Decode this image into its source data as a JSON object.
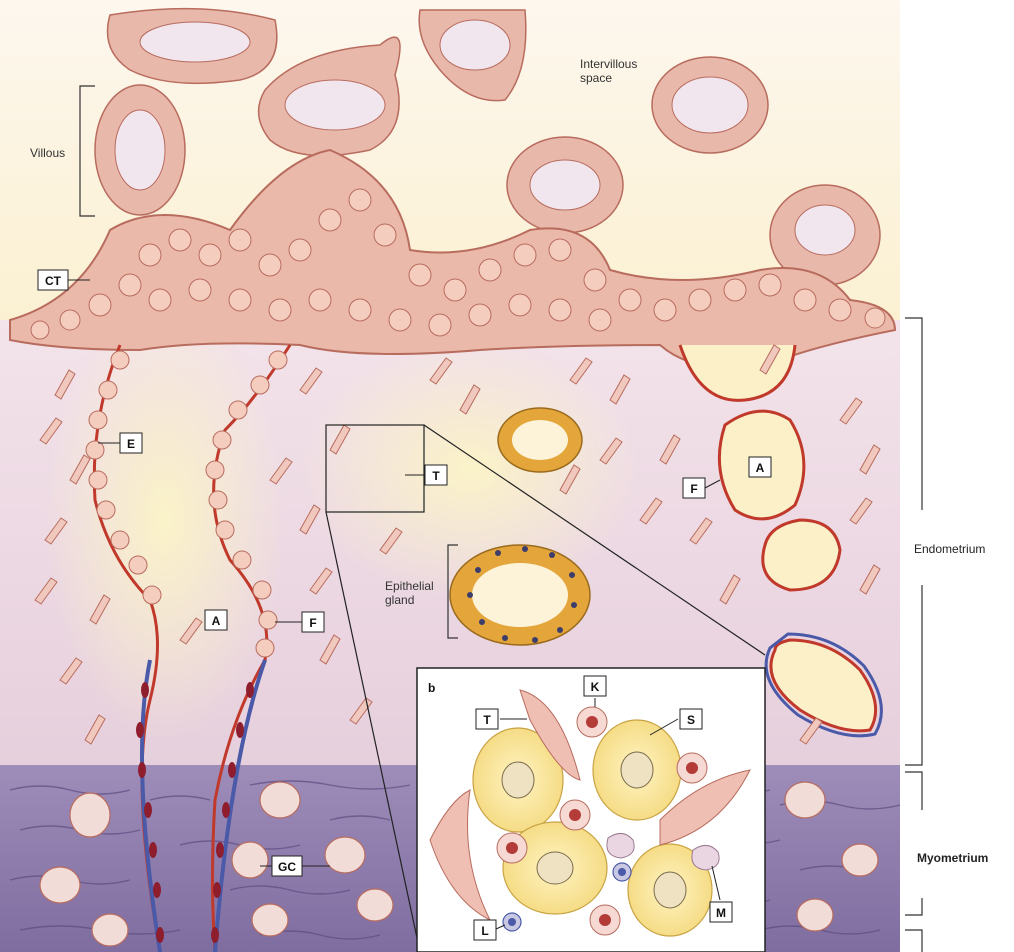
{
  "labels": {
    "intervillous": "Intervillous space",
    "villous": "Villous",
    "ct": "CT",
    "e": "E",
    "a_left": "A",
    "f_left": "F",
    "t_top": "T",
    "a_right": "A",
    "f_right": "F",
    "epithelial": "Epithelial gland",
    "gc": "GC",
    "endometrium": "Endometrium",
    "myometrium": "Myometrium"
  },
  "inset": {
    "panel": "b",
    "t": "T",
    "k": "K",
    "s": "S",
    "m": "M",
    "l": "L"
  },
  "colors": {
    "cell_fill": "#f1c9bd",
    "cell_stroke": "#c47a6b",
    "lumen": "#f2e4ee",
    "artery_red": "#c0392b",
    "vein_blue": "#4a5aa8",
    "gland": "#e4a63a",
    "decidua_bg": "#ecd4df",
    "myometrium_bg": "#8f7cad",
    "intervillous_bg": "#fbf3da",
    "stromal_yellow": "#f6e08a"
  }
}
